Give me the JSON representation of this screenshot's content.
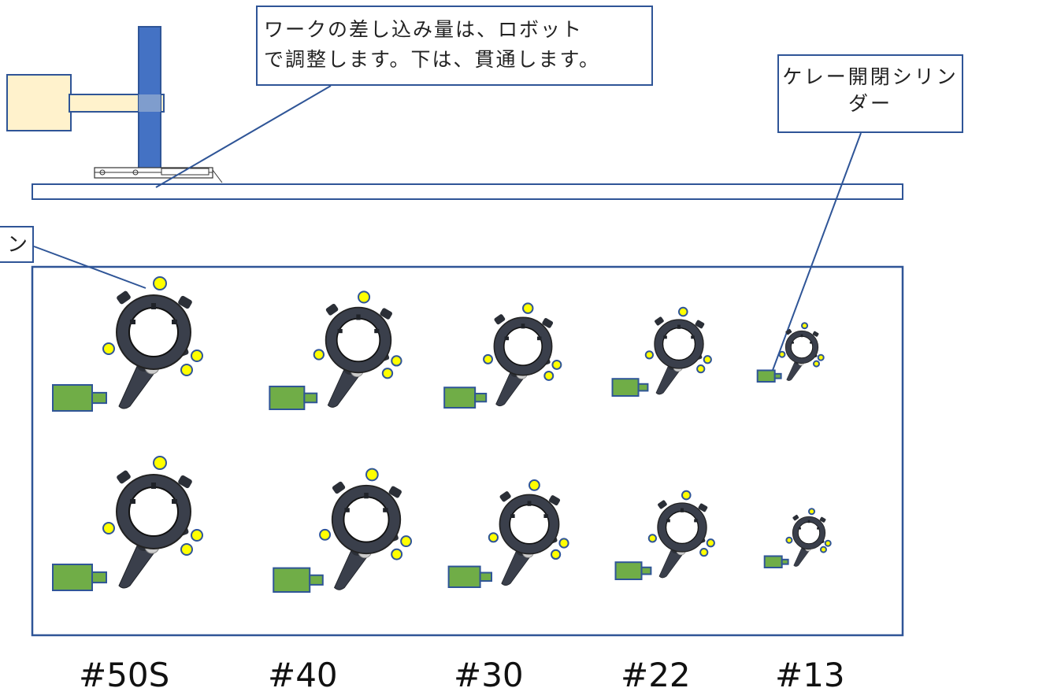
{
  "callouts": {
    "top": {
      "line1": "ワークの差し込み量は、ロボット",
      "line2": "で調整します。下は、貫通します。"
    },
    "right": {
      "line1": "ケレー開閉シリン",
      "line2": "ダー"
    },
    "left": {
      "text": "ン"
    }
  },
  "size_labels": [
    "#50S",
    "#40",
    "#30",
    "#22",
    "#13"
  ],
  "colors": {
    "outline": "#2F5597",
    "robot_column": "#4472C4",
    "arm": "#FFF2CC",
    "cylinder": "#70AD47",
    "cylinder_border": "#2F5597",
    "pin": "#FFFF00",
    "clamp_body": "#3A3F4B"
  }
}
